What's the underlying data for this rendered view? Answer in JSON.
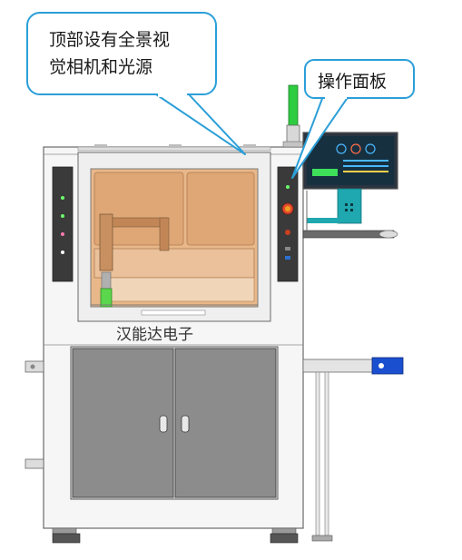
{
  "callouts": {
    "top_camera": {
      "line1": "顶部设有全景视",
      "line2": "觉相机和光源"
    },
    "panel": {
      "label": "操作面板"
    }
  },
  "brand": {
    "label": "汉能达电子"
  },
  "colors": {
    "callout_border": "#2b9fd8",
    "frame": "#f4f4f4",
    "outline": "#6a6a6a",
    "window_panel": "#e8b88a",
    "cabinet_door": "#8c8c8c",
    "side_panel": "#3a3a3a",
    "stack_light": "#2ecc40",
    "monitor_mount": "#1fa8b0",
    "conveyor_drive": "#1a4fd0"
  },
  "icons": [
    "door-handle-icon",
    "indicator-light-icon",
    "emergency-stop-icon",
    "stack-light-icon"
  ]
}
